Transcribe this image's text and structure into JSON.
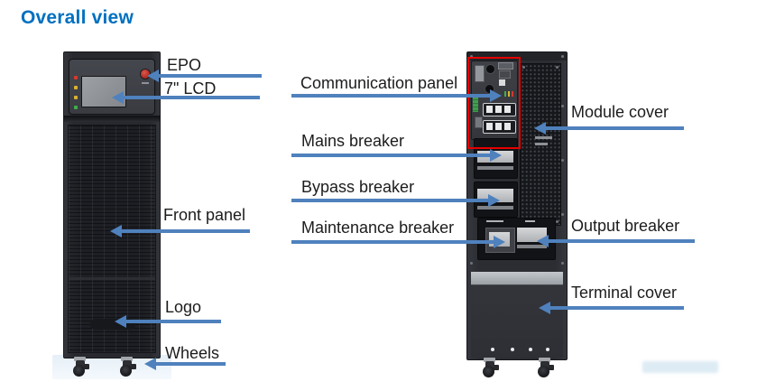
{
  "title": "Overall view",
  "colors": {
    "title-color": "#0070c0",
    "arrow-color": "#4f81bd",
    "highlight-color": "#e60000",
    "led-red": "#d8392c",
    "led-yellow": "#d9b02f",
    "led-green": "#3fae49"
  },
  "front_unit": {
    "view": "front",
    "callouts": {
      "epo": "EPO",
      "lcd": "7\" LCD",
      "front_panel": "Front panel",
      "logo": "Logo",
      "wheels": "Wheels"
    },
    "status_leds": [
      "red",
      "yellow",
      "yellow",
      "green"
    ]
  },
  "rear_unit": {
    "view": "rear",
    "callouts": {
      "communication_panel": "Communication panel",
      "mains_breaker": "Mains breaker",
      "bypass_breaker": "Bypass breaker",
      "maintenance_breaker": "Maintenance breaker",
      "module_cover": "Module cover",
      "output_breaker": "Output breaker",
      "terminal_cover": "Terminal cover"
    }
  }
}
